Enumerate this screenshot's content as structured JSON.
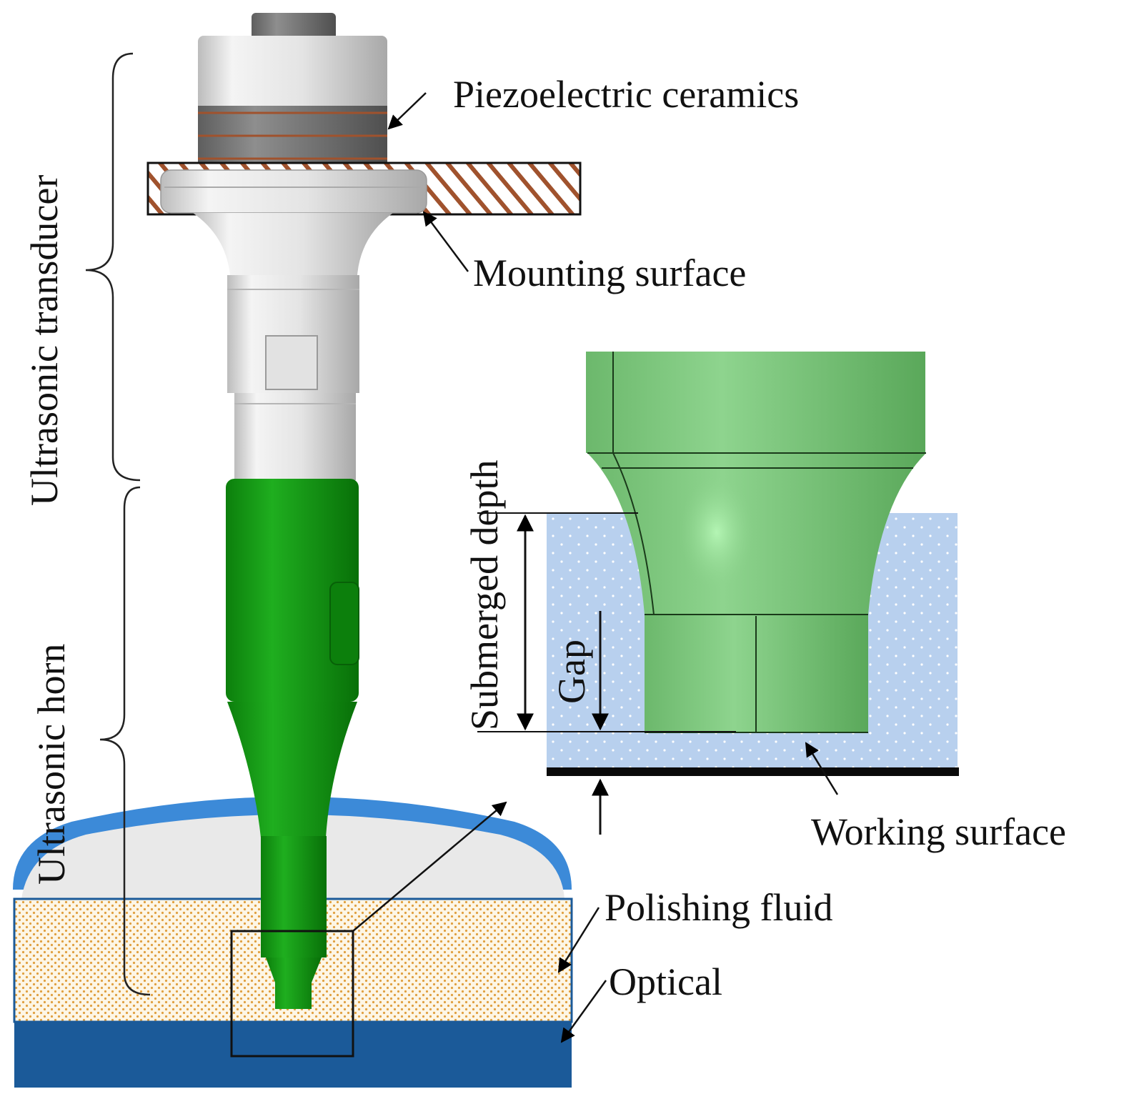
{
  "labels": {
    "piezo": "Piezoelectric ceramics",
    "mounting": "Mounting surface",
    "transducer": "Ultrasonic transducer",
    "horn": "Ultrasonic horn",
    "submerged": "Submerged depth",
    "gap": "Gap",
    "working": "Working surface",
    "fluid": "Polishing fluid",
    "optical": "Optical"
  },
  "colors": {
    "horn_green": "#139a13",
    "horn_dark": "#0c7f0c",
    "detail_green": "#78c478",
    "fluid_blue": "#b8d0ee",
    "bowl_rim": "#3c8ad8",
    "optical_blue": "#1b5a99",
    "hatch": "#a0522d",
    "dots_orange": "#e0a040"
  },
  "icons": [
    "arrow-icon",
    "brace-icon",
    "hatch-pattern"
  ]
}
